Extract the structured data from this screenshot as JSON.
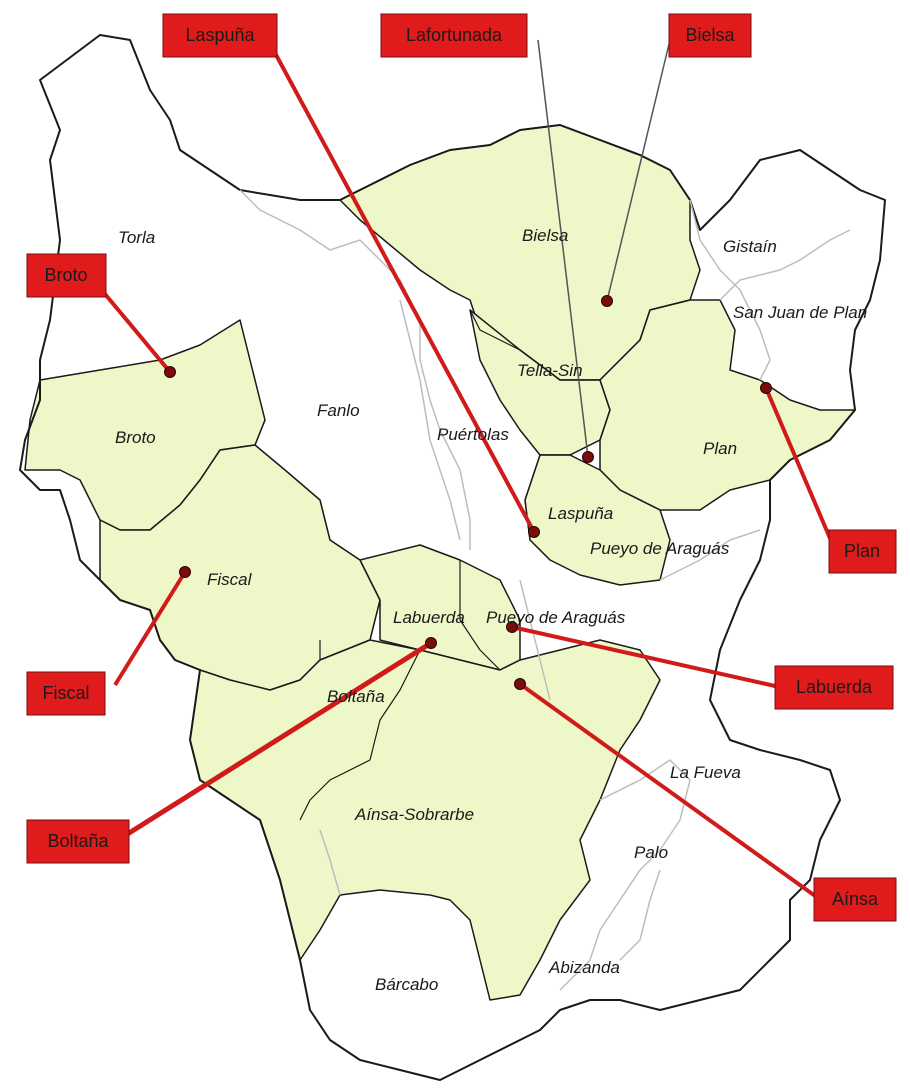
{
  "colors": {
    "highlight_fill": "#eef7c8",
    "outline": "#1a1a1a",
    "inner_border": "#bdbdbd",
    "callout_fill": "#e01b1b",
    "leader_line": "#d11a1a",
    "marker": "#7a0c0c"
  },
  "regions": {
    "torla": "Torla",
    "broto": "Broto",
    "fanlo": "Fanlo",
    "puertolas": "Puértolas",
    "bielsa": "Bielsa",
    "gistain": "Gistaín",
    "san_juan_de_plan": "San Juan de Plan",
    "tella_sin": "Tella-Sin",
    "plan": "Plan",
    "laspuna": "Laspuña",
    "pueyo_de_aragues_1": "Pueyo de Araguás",
    "fiscal": "Fiscal",
    "labuerda": "Labuerda",
    "pueyo_de_aragues_2": "Pueyo de Araguás",
    "boltana": "Boltaña",
    "ainsa_sobrarbe": "Aínsa-Sobrarbe",
    "la_fueva": "La Fueva",
    "palo": "Palo",
    "barcabo": "Bárcabo",
    "abizanda": "Abizanda"
  },
  "callouts": {
    "laspuna": "Laspuña",
    "lafortunada": "Lafortunada",
    "bielsa": "Bielsa",
    "broto": "Broto",
    "plan": "Plan",
    "fiscal": "Fiscal",
    "labuerda": "Labuerda",
    "boltana": "Boltaña",
    "ainsa": "Aínsa"
  }
}
